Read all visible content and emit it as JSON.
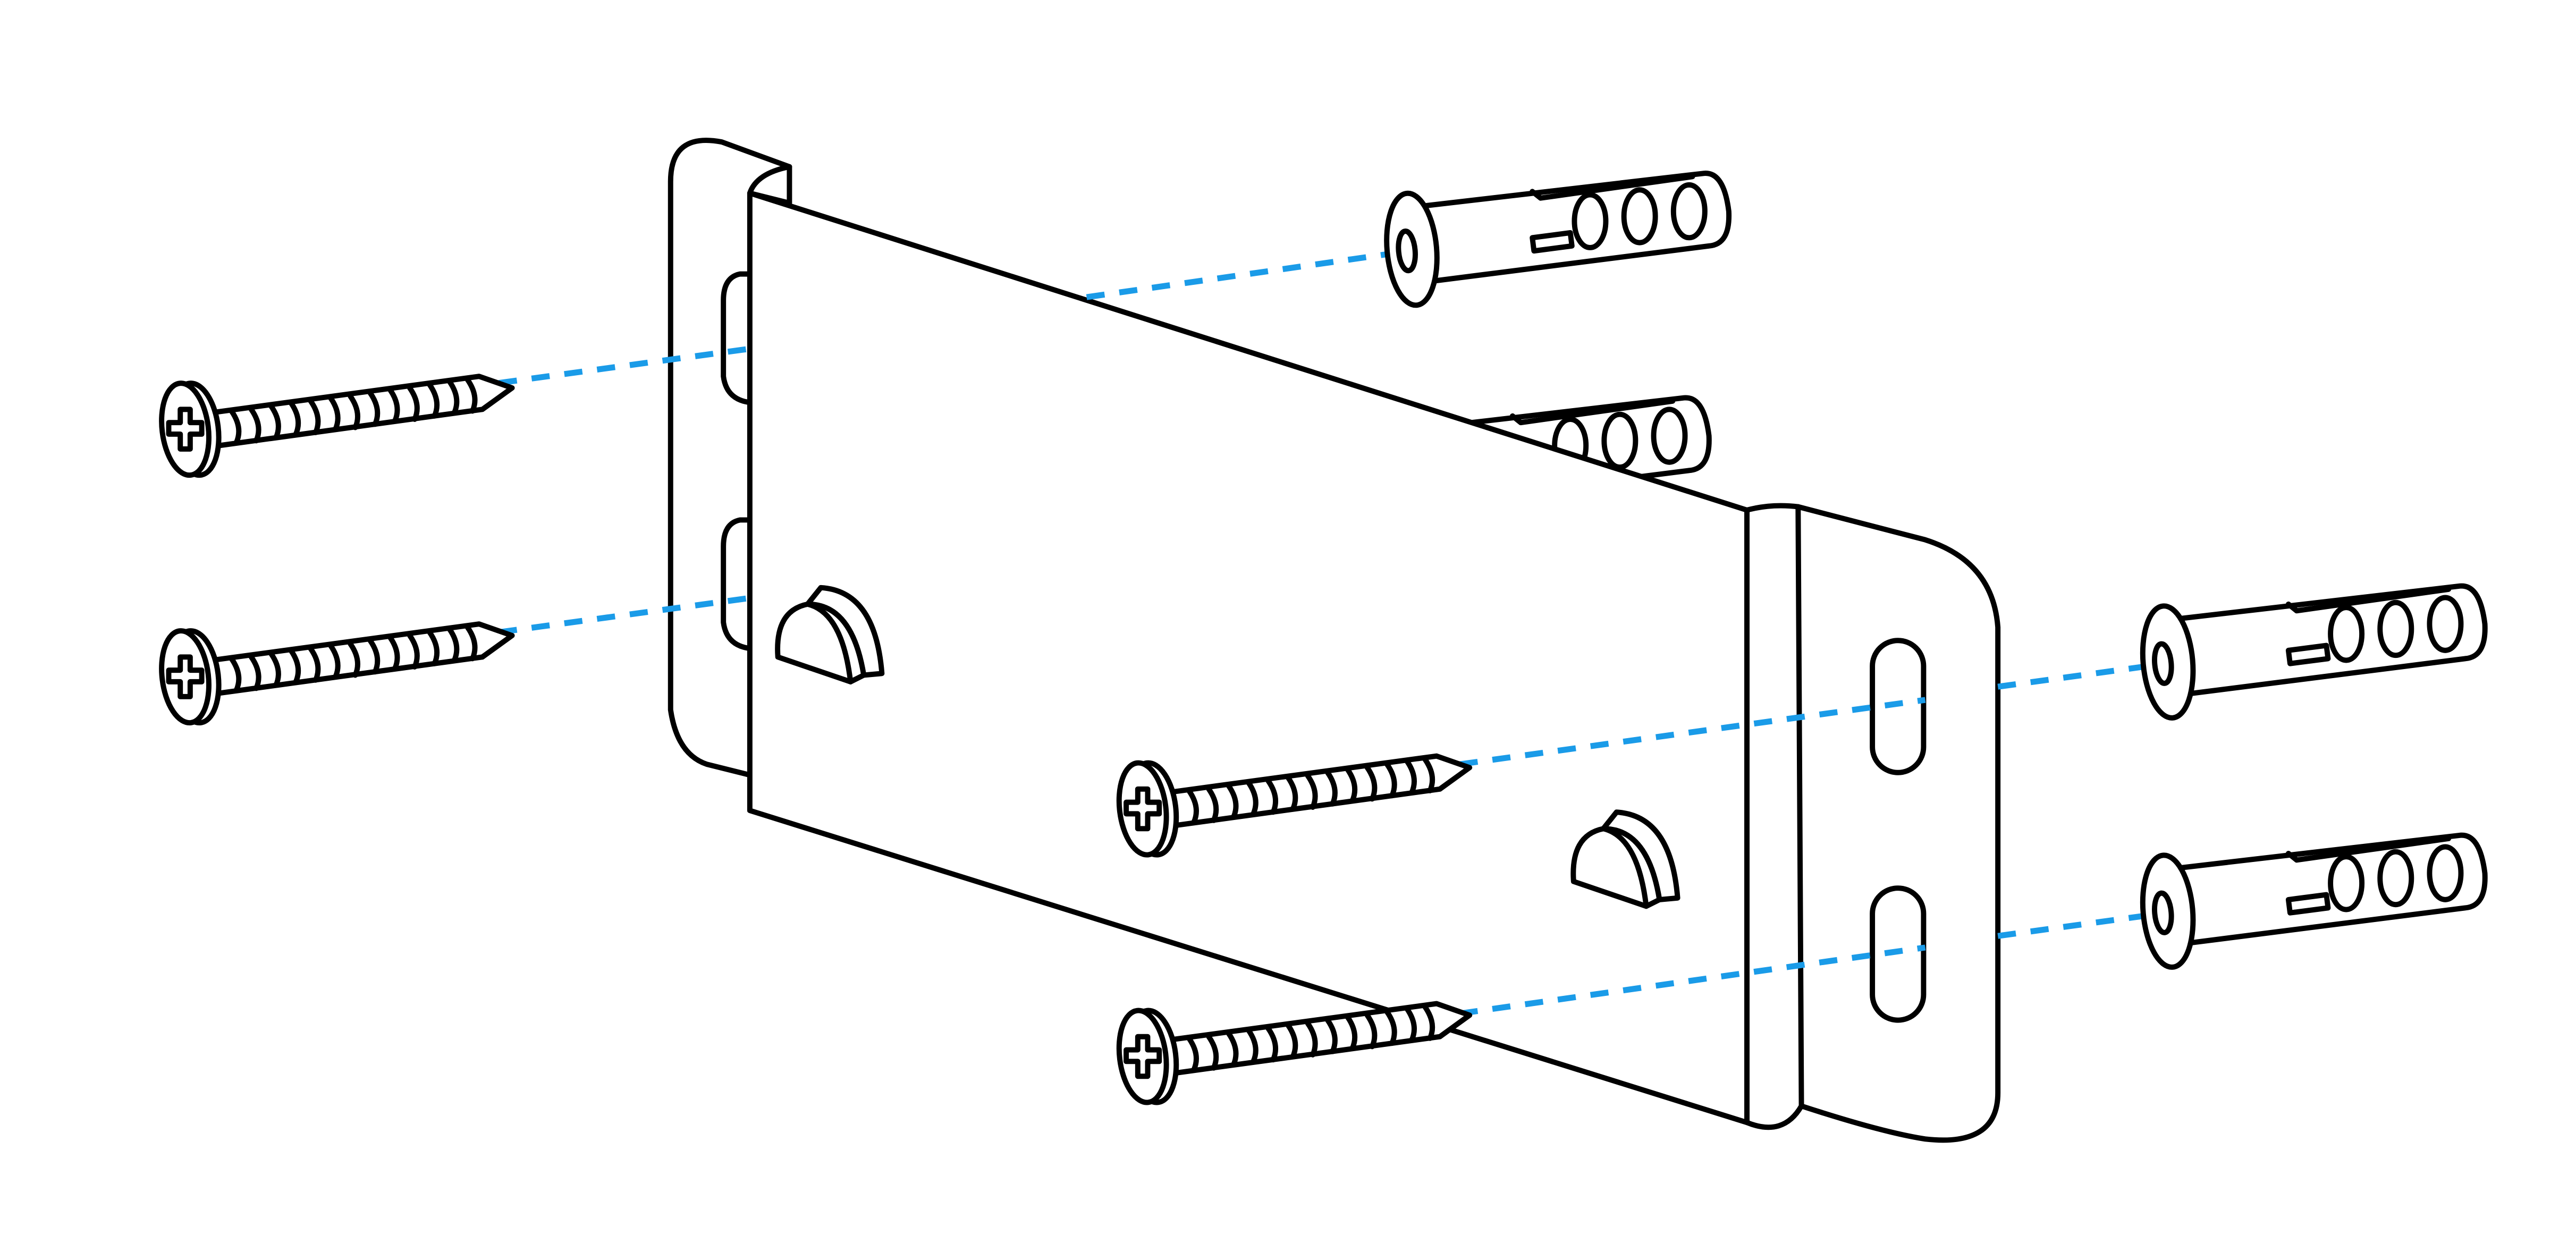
{
  "diagram": {
    "kind": "exploded-assembly",
    "components": [
      {
        "name": "mounting-bracket",
        "count": 1
      },
      {
        "name": "phillips-screw",
        "count": 4
      },
      {
        "name": "wall-anchor",
        "count": 4
      }
    ],
    "colors": {
      "outline": "#000000",
      "guide_line": "#1a9be8",
      "background": "#ffffff"
    },
    "icons": [
      "phillips-cross-icon"
    ]
  }
}
